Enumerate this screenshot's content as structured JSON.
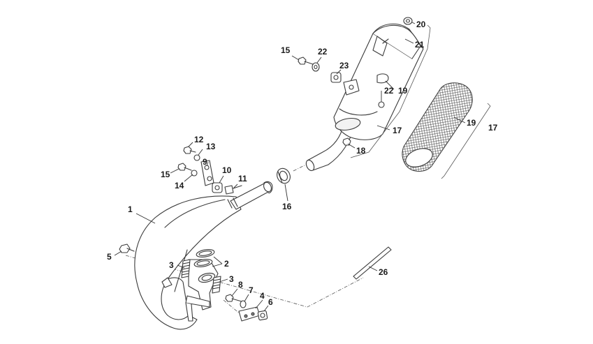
{
  "callouts": {
    "c1": "1",
    "c2": "2",
    "c3a": "3",
    "c3b": "3",
    "c4": "4",
    "c5": "5",
    "c6": "6",
    "c7": "7",
    "c8": "8",
    "c9": "9",
    "c10": "10",
    "c11": "11",
    "c12": "12",
    "c13": "13",
    "c14": "14",
    "c15a": "15",
    "c15b": "15",
    "c16": "16",
    "c17a": "17",
    "c17b": "17",
    "c18": "18",
    "c19a": "19",
    "c19b": "19",
    "c20": "20",
    "c21": "21",
    "c22a": "22",
    "c22b": "22",
    "c23": "23",
    "c26": "26"
  },
  "colors": {
    "line": "#3a3a3a",
    "text": "#1a1a1a",
    "background": "#ffffff"
  }
}
